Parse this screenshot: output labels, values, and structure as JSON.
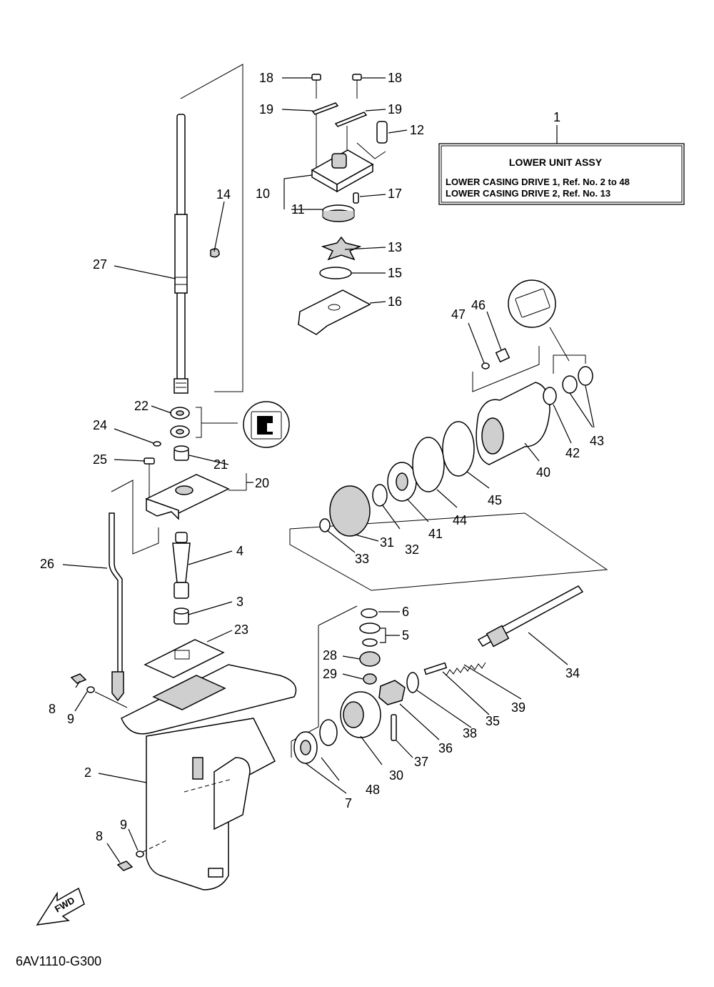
{
  "assembly_box": {
    "title": "LOWER  UNIT ASSY",
    "line1": "LOWER CASING DRIVE 1,  Ref. No. 2 to 48",
    "line2": "LOWER CASING DRIVE 2,  Ref. No. 13"
  },
  "diagram_code": "6AV1110-G300",
  "fwd_label": "FWD",
  "callouts": {
    "c1": "1",
    "c2": "2",
    "c3": "3",
    "c4": "4",
    "c5": "5",
    "c6": "6",
    "c7": "7",
    "c8a": "8",
    "c8b": "8",
    "c9a": "9",
    "c9b": "9",
    "c10": "10",
    "c11": "11",
    "c12": "12",
    "c13": "13",
    "c14": "14",
    "c15": "15",
    "c16": "16",
    "c17": "17",
    "c18a": "18",
    "c18b": "18",
    "c19a": "19",
    "c19b": "19",
    "c20": "20",
    "c21": "21",
    "c22": "22",
    "c23": "23",
    "c24": "24",
    "c25": "25",
    "c26": "26",
    "c27": "27",
    "c28": "28",
    "c29": "29",
    "c30": "30",
    "c31": "31",
    "c32": "32",
    "c33": "33",
    "c34": "34",
    "c35": "35",
    "c36": "36",
    "c37": "37",
    "c38": "38",
    "c39": "39",
    "c40": "40",
    "c41": "41",
    "c42": "42",
    "c43": "43",
    "c44": "44",
    "c45": "45",
    "c46": "46",
    "c47": "47",
    "c48": "48"
  }
}
